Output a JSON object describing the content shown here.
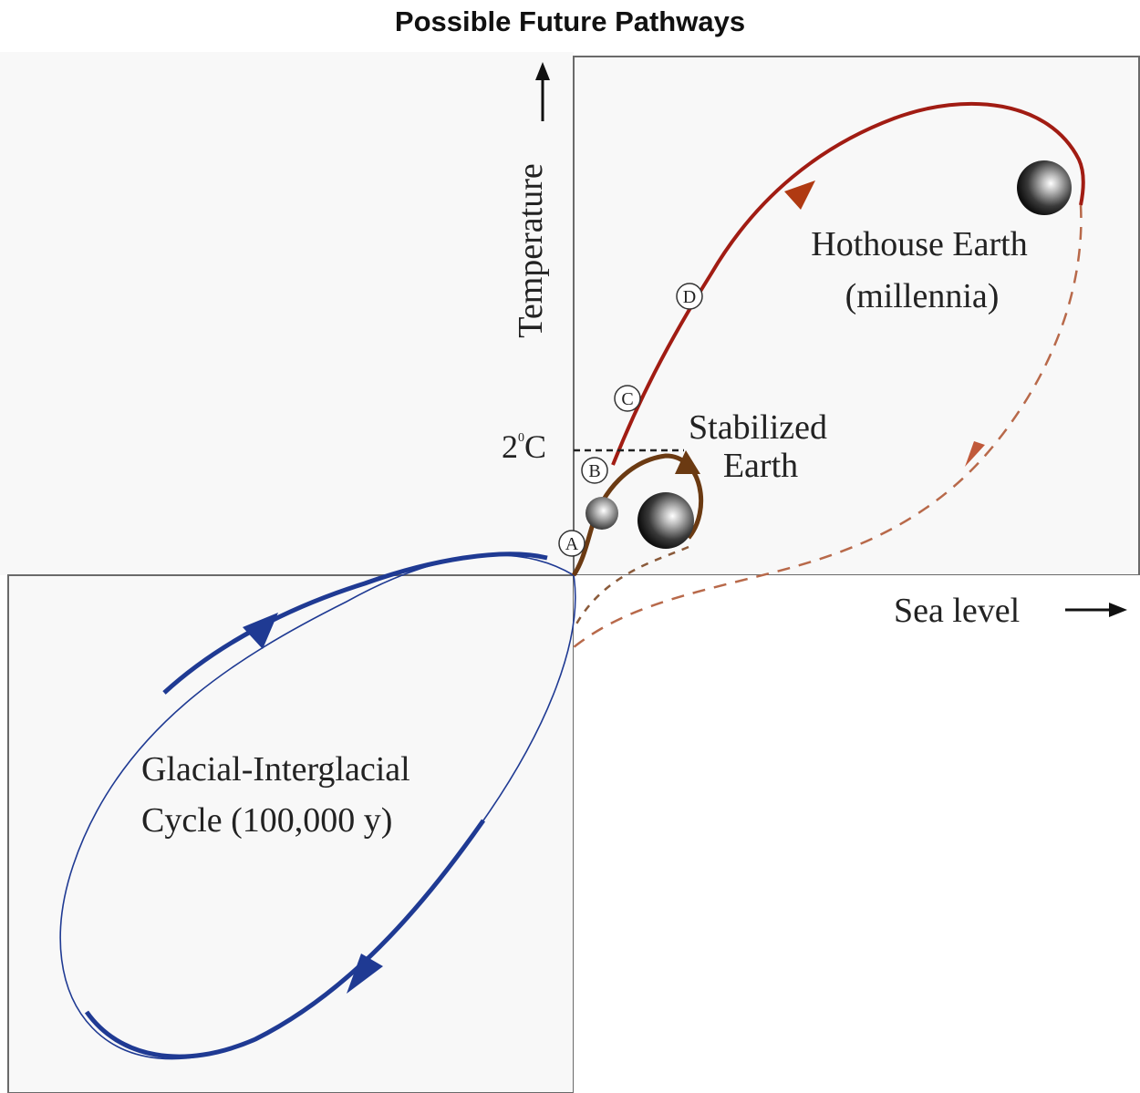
{
  "title": "Possible Future Pathways",
  "axes": {
    "y_label": "Temperature",
    "x_label": "Sea level",
    "threshold_label_base": "2",
    "threshold_label_sup": "0",
    "threshold_label_unit": "C"
  },
  "regions": {
    "hothouse_line1": "Hothouse Earth",
    "hothouse_line2": "(millennia)",
    "stabilized_line1": "Stabilized",
    "stabilized_line2": "Earth",
    "glacial_line1": "Glacial-Interglacial",
    "glacial_line2": "Cycle  (100,000 y)"
  },
  "points": [
    "A",
    "B",
    "C",
    "D"
  ],
  "colors": {
    "panel_bg": "#f8f8f8",
    "glacial": "#1f3a93",
    "hothouse": "#a11c13",
    "stabilized": "#6b3a12",
    "return_dashed": "#b8694a"
  }
}
